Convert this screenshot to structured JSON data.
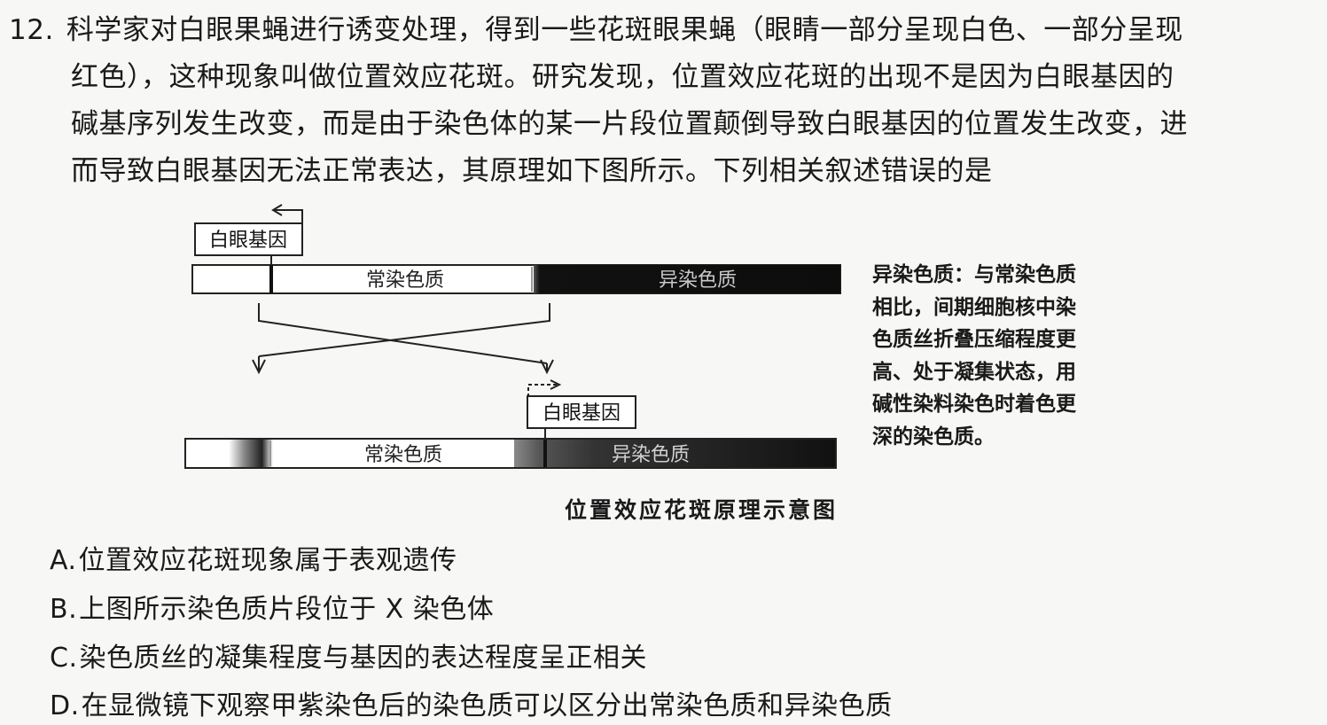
{
  "question": {
    "number": "12.",
    "stem_lines": [
      "科学家对白眼果蝇进行诱变处理，得到一些花斑眼果蝇（眼睛一部分呈现白色、一部分呈现",
      "红色），这种现象叫做位置效应花斑。研究发现，位置效应花斑的出现不是因为白眼基因的",
      "碱基序列发生改变，而是由于染色体的某一片段位置颠倒导致白眼基因的位置发生改变，进",
      "而导致白眼基因无法正常表达，其原理如下图所示。下列相关叙述错误的是"
    ]
  },
  "figure": {
    "top_chromosome": {
      "gene_label": "白眼基因",
      "euchromatin_label": "常染色质",
      "heterochromatin_label": "异染色质"
    },
    "bottom_chromosome": {
      "gene_label": "白眼基因",
      "euchromatin_label": "常染色质",
      "heterochromatin_label": "异染色质"
    },
    "caption": "位置效应花斑原理示意图",
    "note_lines": [
      "异染色质：与常染色质",
      "相比，间期细胞核中染",
      "色质丝折叠压缩程度更",
      "高、处于凝集状态，用",
      "碱性染料染色时着色更",
      "深的染色质。"
    ]
  },
  "options": [
    {
      "letter": "A.",
      "text": "位置效应花斑现象属于表观遗传"
    },
    {
      "letter": "B.",
      "text": "上图所示染色质片段位于 X 染色体"
    },
    {
      "letter": "C.",
      "text": "染色质丝的凝集程度与基因的表达程度呈正相关"
    },
    {
      "letter": "D.",
      "text": "在显微镜下观察甲紫染色后的染色质可以区分出常染色质和异染色质"
    }
  ]
}
